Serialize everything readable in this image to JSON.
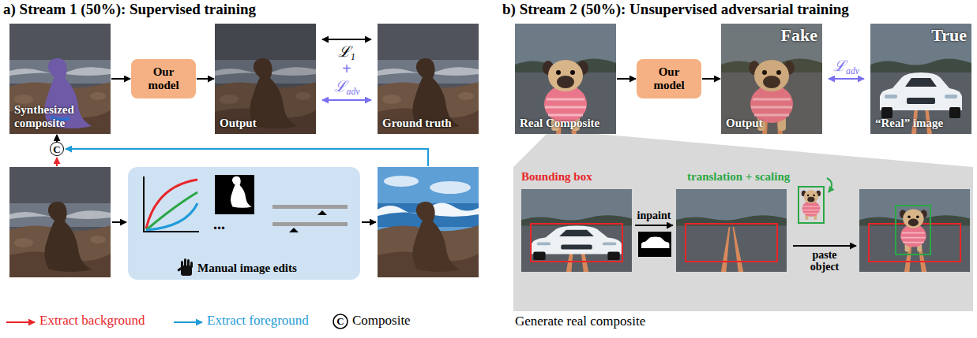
{
  "diagram": {
    "nodes": [
      {
        "text": [
          "Synthesized composite"
        ]
      },
      {
        "text": [
          "Our model"
        ]
      },
      {
        "text": [
          "Output"
        ]
      },
      {
        "text": [
          "Ground truth"
        ]
      },
      {
        "text": [
          "C"
        ]
      },
      {
        "text": [
          "...",
          "Manual image edits"
        ]
      },
      {
        "text": [
          "Real Composite"
        ]
      },
      {
        "text": [
          "Our model"
        ]
      },
      {
        "text": [
          "Fake",
          "Output"
        ]
      },
      {
        "text": [
          "True",
          "“Real” image"
        ]
      },
      {
        "text": [
          "Generate real composite"
        ]
      }
    ],
    "edges": [
      {
        "from": 0,
        "to": 1,
        "arrow": "to"
      },
      {
        "from": 1,
        "to": 2,
        "arrow": "to"
      },
      {
        "from": 2,
        "to": 3,
        "arrow": "both",
        "label": "ℒ1"
      },
      {
        "from": 2,
        "to": 3,
        "arrow": "both",
        "label": "ℒadv"
      },
      {
        "from": 4,
        "to": 0,
        "arrow": "to"
      },
      {
        "from": 6,
        "to": 7,
        "arrow": "to"
      },
      {
        "from": 7,
        "to": 8,
        "arrow": "to"
      },
      {
        "from": 8,
        "to": 9,
        "arrow": "both",
        "label": "ℒadv"
      },
      {
        "from": 6,
        "to": 10,
        "arrow": "none"
      }
    ],
    "labels": [
      "a) Stream 1 (50%): Supervised training",
      "b) Stream 2 (50%): Unsupervised adversarial training",
      "+",
      "C",
      "Bounding box",
      "inpaint",
      "translation + scaling",
      "paste object"
    ],
    "legend": [
      {
        "text": "Extract background"
      },
      {
        "text": "Extract foreground"
      },
      {
        "text": "Composite"
      }
    ]
  }
}
